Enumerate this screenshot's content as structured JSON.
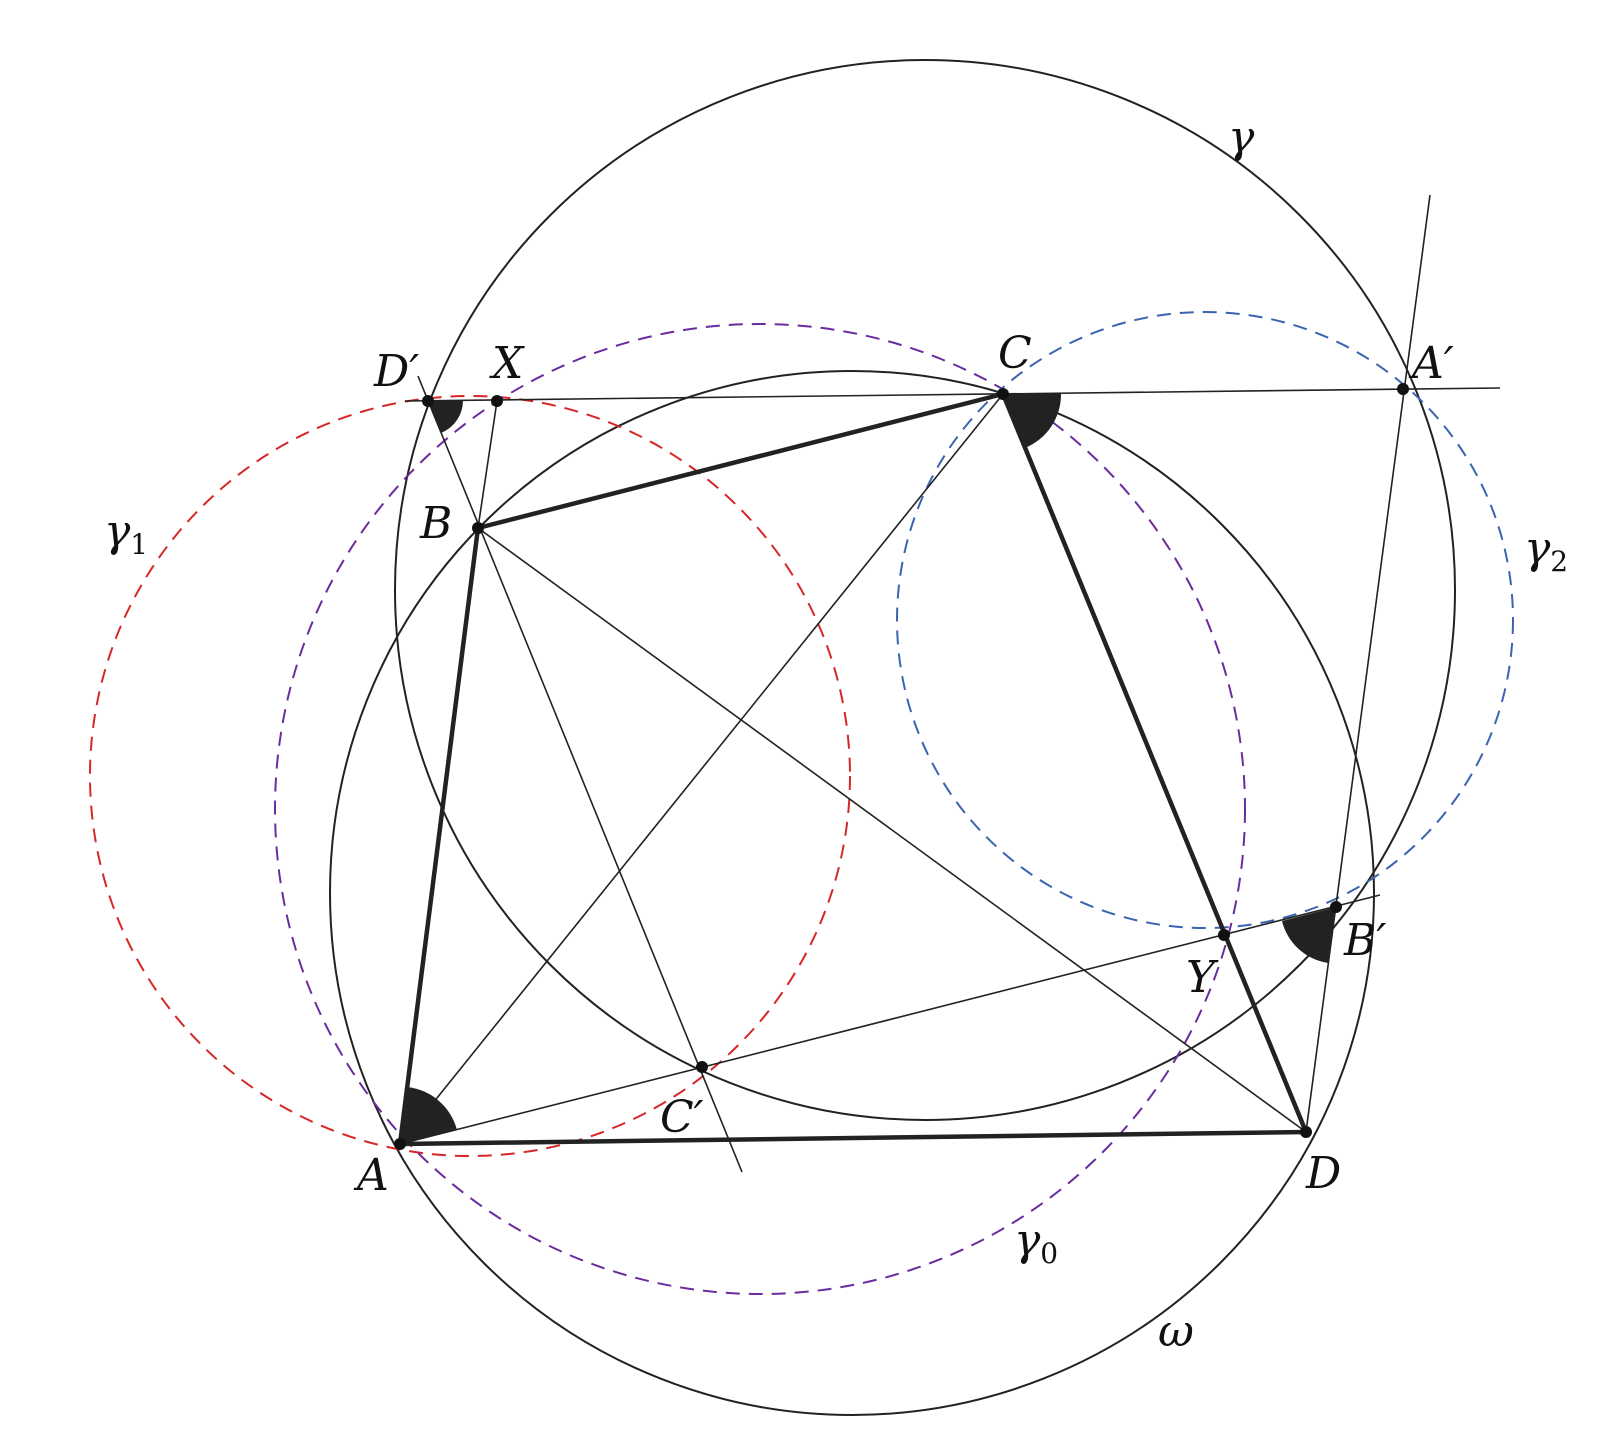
{
  "colors": {
    "ink": "#222222",
    "gamma_1": "#d62728",
    "gamma_0": "#6a2c9e",
    "gamma_2": "#3b64b0"
  },
  "labels": {
    "A": "A",
    "B": "B",
    "C": "C",
    "D": "D",
    "A_prime": "A′",
    "B_prime": "B′",
    "C_prime": "C′",
    "D_prime": "D′",
    "X": "X",
    "Y": "Y",
    "gamma": "γ",
    "omega": "ω",
    "gamma_0": "γ",
    "gamma_0_sub": "0",
    "gamma_1": "γ",
    "gamma_1_sub": "1",
    "gamma_2": "γ",
    "gamma_2_sub": "2"
  }
}
